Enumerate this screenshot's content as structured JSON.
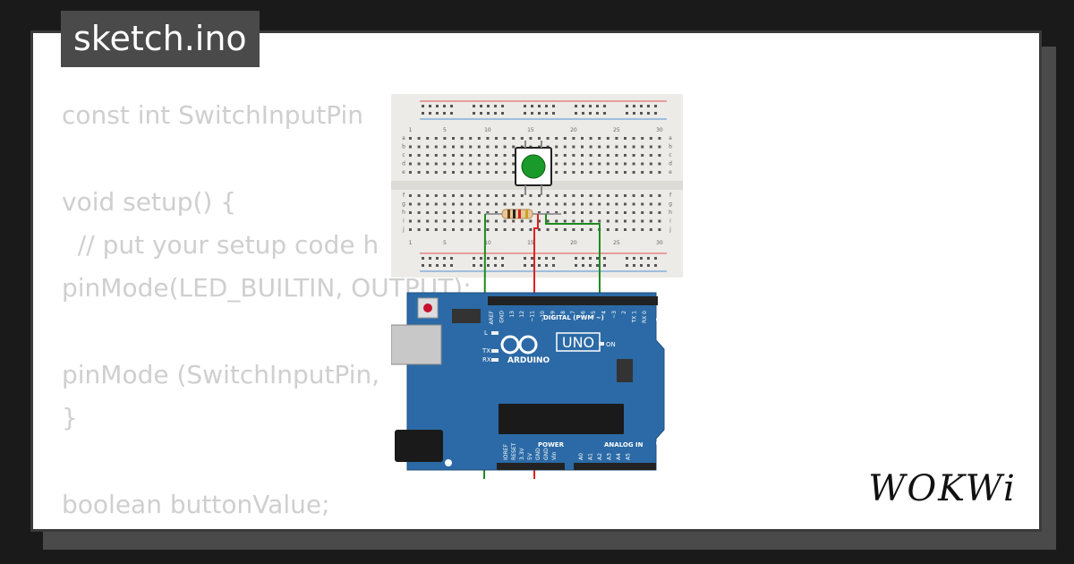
{
  "file": {
    "name": "sketch.ino"
  },
  "code_lines": [
    "const int SwitchInputPin",
    "",
    "void setup() {",
    "  // put your setup code h",
    "pinMode(LED_BUILTIN, OUTPUT);",
    "",
    "pinMode (SwitchInputPin,",
    "}",
    "",
    "boolean buttonValue;"
  ],
  "breadboard": {
    "col_numbers_top": [
      "1",
      "5",
      "10",
      "15",
      "20",
      "25",
      "30"
    ],
    "col_numbers_bottom": [
      "1",
      "5",
      "10",
      "15",
      "20",
      "25",
      "30"
    ],
    "row_letters_top": [
      "a",
      "b",
      "c",
      "d",
      "e"
    ],
    "row_letters_bottom": [
      "f",
      "g",
      "h",
      "i",
      "j"
    ]
  },
  "arduino": {
    "model_label": "UNO",
    "brand_label": "ARDUINO",
    "digital_label": "DIGITAL (PWM ~)",
    "on_label": "ON",
    "l_label": "L",
    "tx_label": "TX",
    "rx_label": "RX",
    "power_label": "POWER",
    "analog_label": "ANALOG IN",
    "digital_pins": [
      "AREF",
      "GND",
      "13",
      "12",
      "~11",
      "~10",
      "~9",
      "8",
      "7",
      "~6",
      "~5",
      "4",
      "~3",
      "2",
      "TX 1",
      "RX 0"
    ],
    "power_pins": [
      "IOREF",
      "RESET",
      "3.3V",
      "5V",
      "GND",
      "GND",
      "Vin"
    ],
    "analog_pins": [
      "A0",
      "A1",
      "A2",
      "A3",
      "A4",
      "A5"
    ]
  },
  "brand": {
    "logo_text": "WOKWi"
  },
  "colors": {
    "background": "#1a1a1a",
    "card": "#ffffff",
    "chrome": "#4a4a4a",
    "code_text": "#cfcfcf",
    "board_blue": "#2b6aa6",
    "wire_green": "#1f8a1f",
    "wire_red": "#e02020",
    "button_green": "#1a9a2a"
  }
}
